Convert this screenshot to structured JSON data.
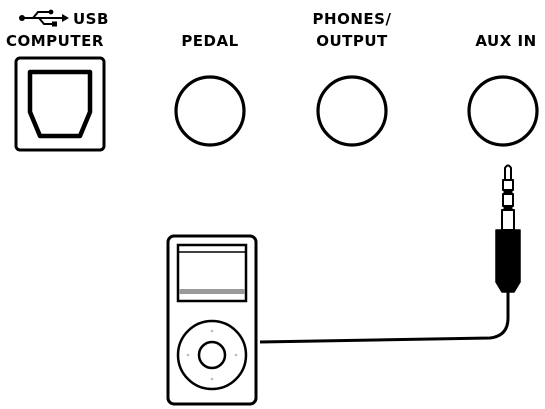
{
  "ports": [
    {
      "id": "usb",
      "icon": "usb-icon",
      "line1": "USB",
      "line2": "COMPUTER"
    },
    {
      "id": "pedal",
      "line1": "PEDAL"
    },
    {
      "id": "phones",
      "line1": "PHONES/",
      "line2": "OUTPUT"
    },
    {
      "id": "aux",
      "line1": "AUX IN"
    }
  ],
  "devices": {
    "player": {
      "icon": "media-player-icon"
    },
    "plug": {
      "icon": "audio-plug-icon"
    }
  },
  "colors": {
    "stroke": "#000000",
    "background": "#ffffff",
    "screen_band": "#9a9a9a"
  }
}
